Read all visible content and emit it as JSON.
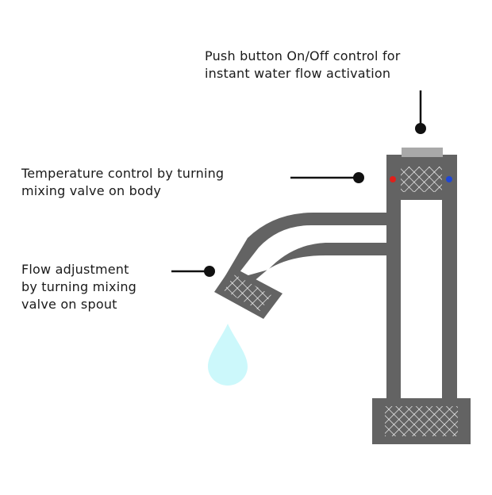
{
  "diagram": {
    "labels": {
      "push_button": {
        "line1": "Push button On/Off control for",
        "line2": "instant water flow activation"
      },
      "temperature": {
        "line1": "Temperature control by turning",
        "line2": "mixing valve on body"
      },
      "flow": {
        "line1": "Flow adjustment",
        "line2": "by turning mixing",
        "line3": "valve on spout"
      }
    },
    "colors": {
      "tap_body": "#636363",
      "push_button": "#a9a9a9",
      "hot_indicator": "#e0201b",
      "cold_indicator": "#1f47d6",
      "water_drop": "#ccf8fb",
      "leader_line": "#111111"
    }
  }
}
